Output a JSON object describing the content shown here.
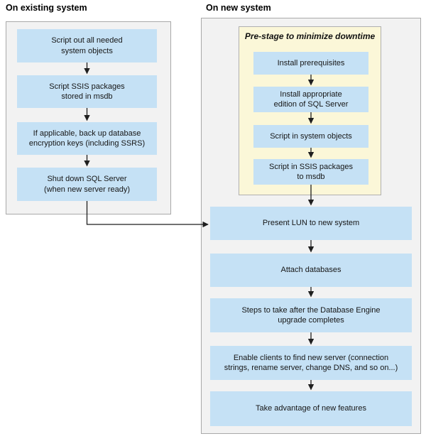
{
  "diagram": {
    "columns": {
      "existing": {
        "header": "On existing system",
        "steps": [
          "Script out all needed\nsystem objects",
          "Script SSIS packages\nstored in msdb",
          "If applicable, back up database\nencryption keys (including SSRS)",
          "Shut down SQL Server\n(when new server ready)"
        ]
      },
      "new": {
        "header": "On new system",
        "prestage": {
          "title": "Pre-stage to minimize downtime",
          "steps": [
            "Install prerequisites",
            "Install appropriate\nedition of SQL Server",
            "Script in system objects",
            "Script in SSIS packages\nto msdb"
          ]
        },
        "steps": [
          "Present LUN to new system",
          "Attach databases",
          "Steps to take after the Database Engine\nupgrade completes",
          "Enable clients to find new server (connection\nstrings, rename server, change DNS, and so on...)",
          "Take advantage of new features"
        ]
      }
    },
    "colors": {
      "step_box_fill": "#c5e1f5",
      "panel_fill": "#f2f2f2",
      "panel_border": "#a9a9a9",
      "prestage_fill": "#fbf7d8",
      "prestage_border": "#b0b0b0",
      "arrow": "#1f1f1f",
      "text": "#161616"
    }
  }
}
